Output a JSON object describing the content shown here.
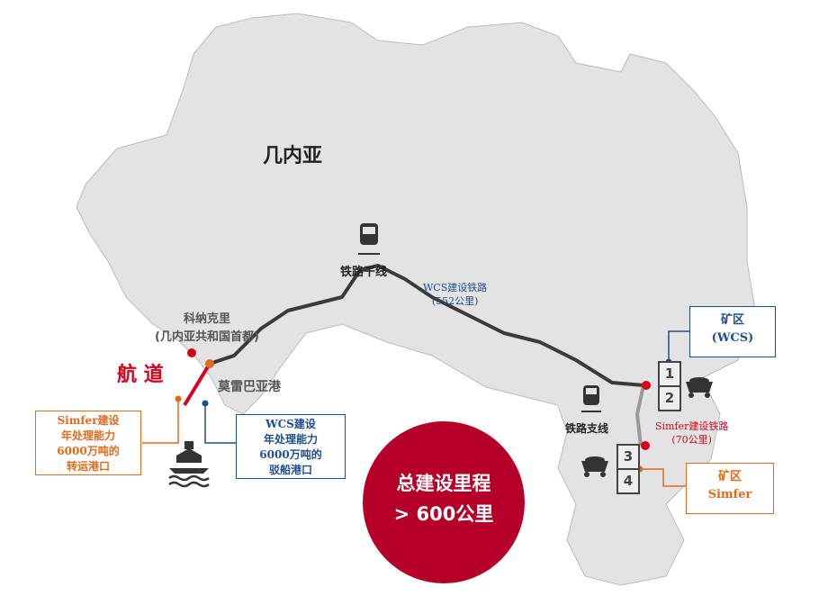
{
  "country": "几内亚",
  "railway_main": "铁路干线",
  "railway_branch": "铁路支线",
  "wcs_rail": {
    "line1": "WCS建设铁路",
    "line2": "(552公里)"
  },
  "simfer_rail": {
    "line1": "Simfer建设铁路",
    "line2": "(70公里)"
  },
  "capital": {
    "line1": "科纳克里",
    "line2": "(几内亚共和国首都)"
  },
  "channel": "航 道",
  "port": "莫雷巴亚港",
  "simfer_port": [
    "Simfer建设",
    "年处理能力",
    "6000万吨的",
    "转运港口"
  ],
  "wcs_port": [
    "WCS建设",
    "年处理能力",
    "6000万吨的",
    "驳船港口"
  ],
  "mine_wcs": [
    "矿区",
    "(WCS)"
  ],
  "mine_simfer": [
    "矿区",
    "Simfer"
  ],
  "blocks": [
    "1",
    "2",
    "3",
    "4"
  ],
  "total": {
    "line1": "总建设里程",
    "line2": "> 600公里"
  },
  "colors": {
    "land": "#e3e3e3",
    "rail": "#3a3a3a",
    "red": "#d9001b",
    "orange": "#e26a1b",
    "blue": "#1f4e8c",
    "circle": "#b5002a"
  }
}
